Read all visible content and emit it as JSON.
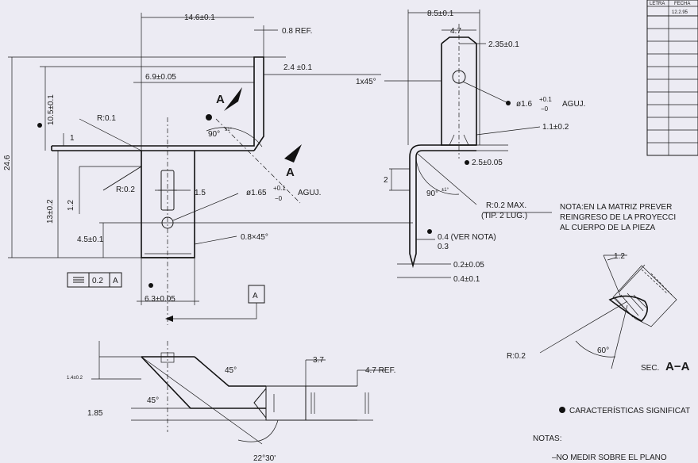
{
  "dims": {
    "top_width": "14.6±0.1",
    "ref_thickness": "0.8 REF.",
    "width_69": "6.9±0.05",
    "dim_24": "2.4 ±0.1",
    "height_105": "10.5±0.1",
    "height_246": "24.6",
    "r01": "R:0.1",
    "one": "1",
    "r02": "R:0.2",
    "height_13": "13±0.2",
    "dim_12": "1.2",
    "dim_15": "1.5",
    "hole_165": "ø1.65",
    "hole_165_tol_plus": "+0.1",
    "hole_165_tol_minus": "−0",
    "aguj_1": "AGUJ.",
    "dim_45": "4.5±0.1",
    "chamfer_08": "0.8×45°",
    "flatness_value": "0.2",
    "flatness_datum": "A",
    "width_63": "6.3±0.05",
    "angle_90": "90°",
    "angle_90_tol": "±1°",
    "section_a_left": "A",
    "section_a_right": "A",
    "datum_a": "A",
    "side_width_85": "8.5±0.1",
    "side_47": "4.7",
    "side_235": "2.35±0.1",
    "chamfer_1x45": "1x45°",
    "hole_16": "ø1.6",
    "hole_16_tol_plus": "+0.1",
    "hole_16_tol_minus": "−0",
    "aguj_2": "AGUJ.",
    "dim_11": "1.1±0.2",
    "dim_25": "2.5±0.05",
    "dim_2": "2",
    "angle_90b": "90°",
    "angle_90b_tol": "±1°",
    "r02_max": "R:0.2 MAX.",
    "tip_2_lug": "(TIP. 2 LUG.)",
    "dim_04_ver": "0.4  (VER NOTA)",
    "dim_03": "0.3",
    "dim_02_005": "0.2±0.05",
    "dim_04_01": "0.4±0.1",
    "bottom_14": "1.4±0.2",
    "bottom_185": "1.85",
    "bottom_45a": "45°",
    "bottom_45b": "45°",
    "bottom_37": "3.7",
    "bottom_47ref": "4.7 REF.",
    "bottom_2230": "22°30'",
    "sec_12": "1.2",
    "sec_r02": "R:0.2",
    "sec_60": "60°"
  },
  "notes": {
    "nota_line1": "NOTA:EN LA MATRIZ PREVER",
    "nota_line2": "REINGRESO DE LA PROYECCI",
    "nota_line3": "AL CUERPO DE LA PIEZA",
    "sec_label_prefix": "SEC.",
    "sec_label_letters": "A−A",
    "caracteristicas": "CARACTERÍSTICAS SIGNIFICAT",
    "notas": "NOTAS:",
    "no_medir": "–NO MEDIR SOBRE EL PLANO"
  },
  "title_block": {
    "col_letra": "LETRA",
    "col_fecha": "FECHA",
    "fecha_value": "12.2.95"
  }
}
